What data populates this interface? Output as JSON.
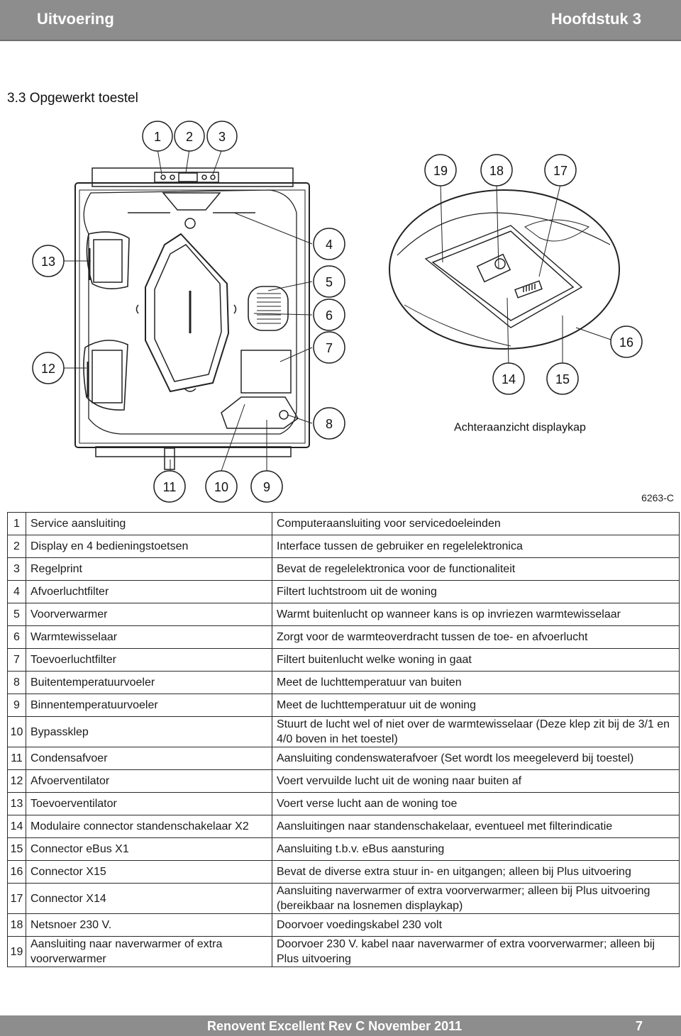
{
  "header": {
    "left": "Uitvoering",
    "right": "Hoofdstuk 3"
  },
  "section_title": "3.3 Opgewerkt toestel",
  "figure": {
    "code": "6263-C",
    "callouts": {
      "c1": "1",
      "c2": "2",
      "c3": "3",
      "c4": "4",
      "c5": "5",
      "c6": "6",
      "c7": "7",
      "c8": "8",
      "c9": "9",
      "c10": "10",
      "c11": "11",
      "c12": "12",
      "c13": "13",
      "c14": "14",
      "c15": "15",
      "c16": "16",
      "c17": "17",
      "c18": "18",
      "c19": "19"
    },
    "inset_caption": "Achteraanzicht displaykap"
  },
  "parts": [
    {
      "num": "1",
      "name": "Service aansluiting",
      "desc": "Computeraansluiting voor servicedoeleinden"
    },
    {
      "num": "2",
      "name": "Display en 4 bedieningstoetsen",
      "desc": "Interface tussen de gebruiker en regelelektronica"
    },
    {
      "num": "3",
      "name": "Regelprint",
      "desc": "Bevat de regelelektronica voor de functionaliteit"
    },
    {
      "num": "4",
      "name": "Afvoerluchtfilter",
      "desc": "Filtert luchtstroom uit de woning"
    },
    {
      "num": "5",
      "name": "Voorverwarmer",
      "desc": "Warmt buitenlucht op wanneer kans is op invriezen warmtewisselaar"
    },
    {
      "num": "6",
      "name": "Warmtewisselaar",
      "desc": "Zorgt voor de warmteoverdracht tussen de toe- en afvoerlucht"
    },
    {
      "num": "7",
      "name": "Toevoerluchtfilter",
      "desc": "Filtert buitenlucht welke woning in gaat"
    },
    {
      "num": "8",
      "name": "Buitentemperatuurvoeler",
      "desc": "Meet de luchttemperatuur van buiten"
    },
    {
      "num": "9",
      "name": "Binnentemperatuurvoeler",
      "desc": "Meet de luchttemperatuur uit de woning"
    },
    {
      "num": "10",
      "name": "Bypassklep",
      "desc": "Stuurt de lucht wel of niet over de warmtewisselaar (Deze klep zit bij de 3/1 en 4/0 boven in het toestel)"
    },
    {
      "num": "11",
      "name": "Condensafvoer",
      "desc": "Aansluiting condenswaterafvoer (Set wordt los meegeleverd bij toestel)"
    },
    {
      "num": "12",
      "name": "Afvoerventilator",
      "desc": "Voert vervuilde lucht uit de woning naar buiten af"
    },
    {
      "num": "13",
      "name": "Toevoerventilator",
      "desc": "Voert verse lucht aan de woning toe"
    },
    {
      "num": "14",
      "name": "Modulaire connector standenschakelaar X2",
      "desc": "Aansluitingen naar standenschakelaar, eventueel met filterindicatie"
    },
    {
      "num": "15",
      "name": "Connector eBus X1",
      "desc": "Aansluiting t.b.v. eBus aansturing"
    },
    {
      "num": "16",
      "name": "Connector X15",
      "desc": "Bevat de diverse extra stuur in- en uitgangen; alleen bij Plus uitvoering"
    },
    {
      "num": "17",
      "name": "Connector X14",
      "desc": "Aansluiting naverwarmer of extra voorverwarmer; alleen bij Plus uitvoering (bereikbaar na losnemen displaykap)"
    },
    {
      "num": "18",
      "name": "Netsnoer 230 V.",
      "desc": "Doorvoer voedingskabel 230 volt"
    },
    {
      "num": "19",
      "name": "Aansluiting naar naverwarmer of extra voorverwarmer",
      "desc": "Doorvoer 230 V. kabel naar naverwarmer of extra voorverwarmer; alleen bij Plus uitvoering"
    }
  ],
  "footer": {
    "title": "Renovent Excellent Rev C  November 2011",
    "page": "7"
  }
}
